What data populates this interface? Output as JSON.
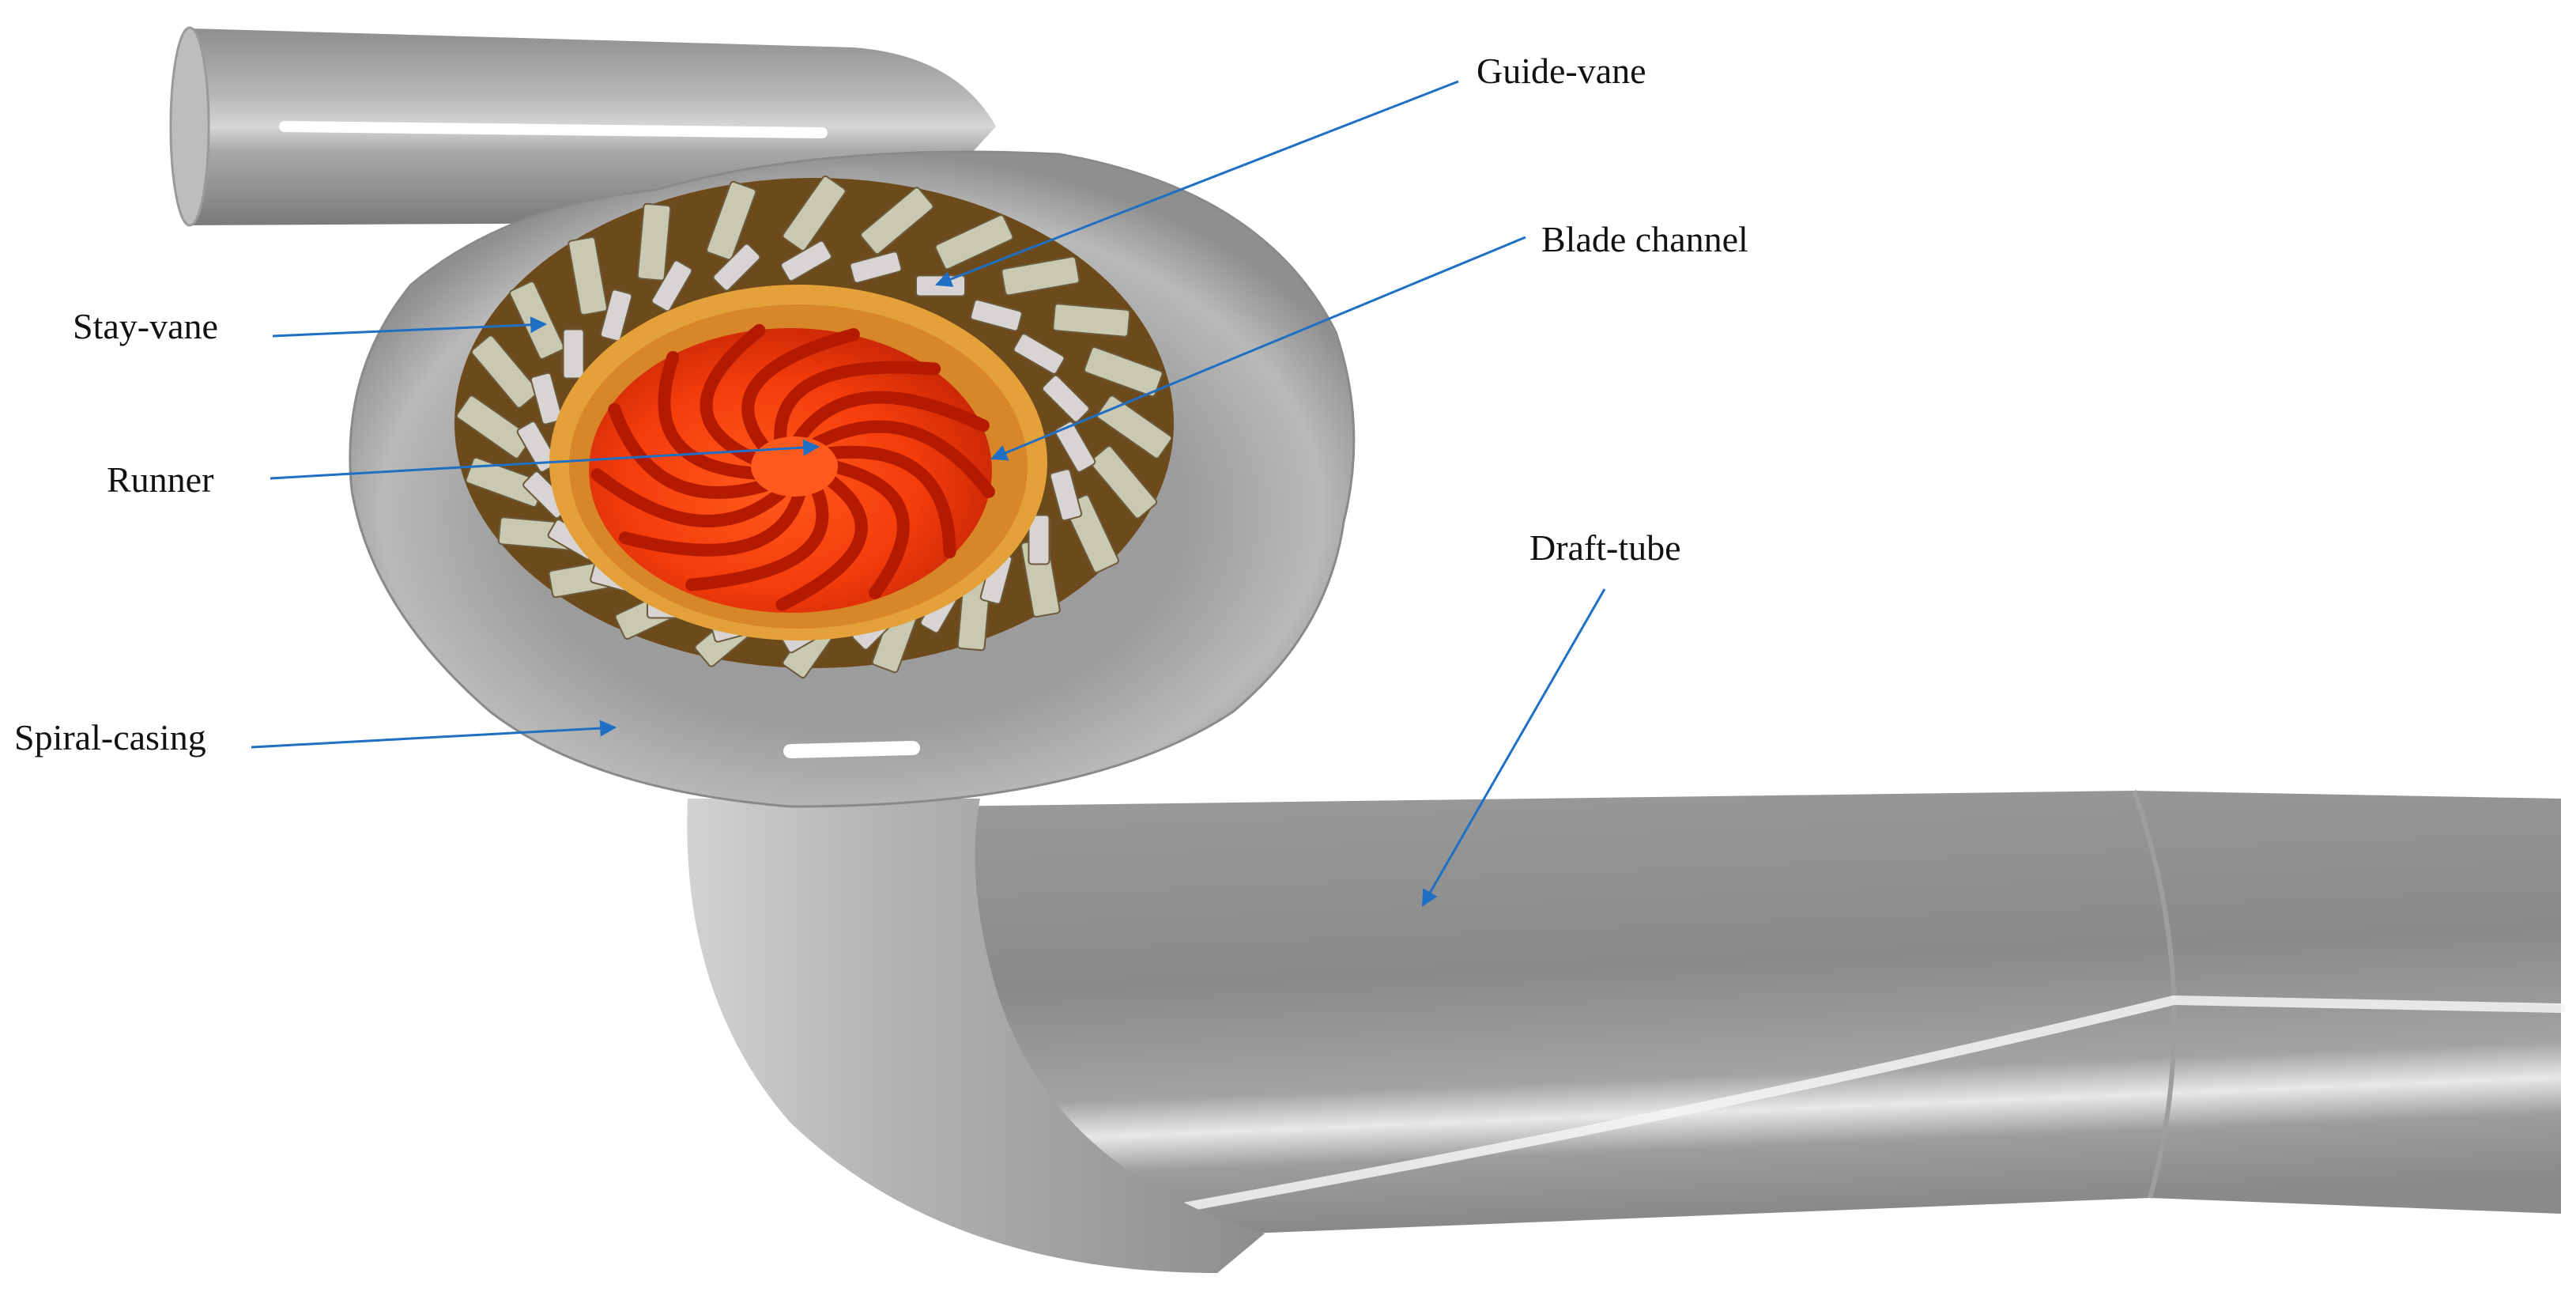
{
  "diagram": {
    "labels": {
      "guide_vane": "Guide-vane",
      "blade_channel": "Blade channel",
      "stay_vane": "Stay-vane",
      "runner": "Runner",
      "draft_tube": "Draft-tube",
      "spiral_casing": "Spiral-casing"
    },
    "colors": {
      "casing": "#a8a8a8",
      "casing_dark": "#7f7f7f",
      "stay_vane": "#c9c8b0",
      "guide_vane": "#d8d4d4",
      "ring": "#e4a13a",
      "runner": "#ff4a10",
      "runner_dark": "#b31a00",
      "leader": "#1f6fc4"
    },
    "counts": {
      "stay_vanes": 24,
      "guide_vanes": 24,
      "runner_blades": 13
    }
  }
}
